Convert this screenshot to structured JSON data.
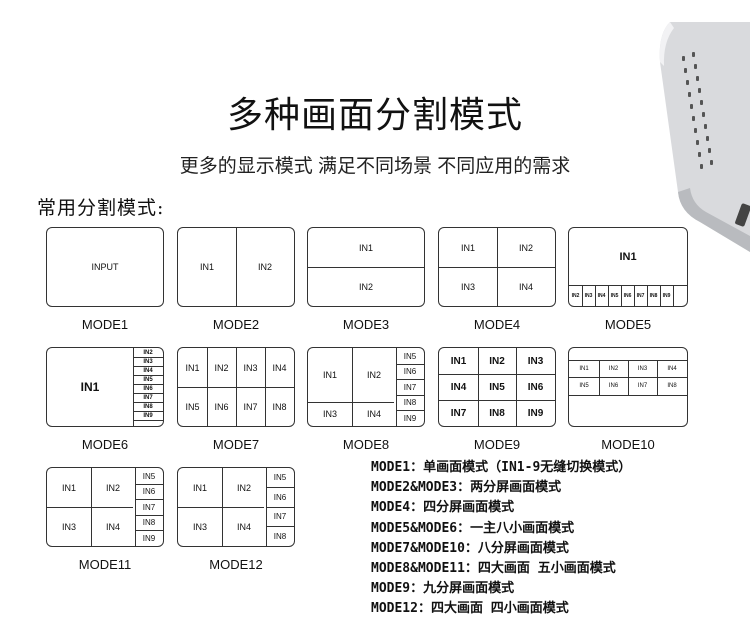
{
  "title": "多种画面分割模式",
  "subtitle": "更多的显示模式 满足不同场景 不同应用的需求",
  "section_title": "常用分割模式:",
  "modes": {
    "m1": {
      "caption": "MODE1",
      "cells": [
        "INPUT"
      ]
    },
    "m2": {
      "caption": "MODE2",
      "cells": [
        "IN1",
        "IN2"
      ]
    },
    "m3": {
      "caption": "MODE3",
      "cells": [
        "IN1",
        "IN2"
      ]
    },
    "m4": {
      "caption": "MODE4",
      "cells": [
        "IN1",
        "IN2",
        "IN3",
        "IN4"
      ]
    },
    "m5": {
      "caption": "MODE5",
      "cells": [
        "IN1",
        "IN2",
        "IN3",
        "IN4",
        "IN5",
        "IN6",
        "IN7",
        "IN8",
        "IN9"
      ]
    },
    "m6": {
      "caption": "MODE6",
      "cells": [
        "IN1",
        "IN2",
        "IN3",
        "IN4",
        "IN5",
        "IN6",
        "IN7",
        "IN8",
        "IN9"
      ]
    },
    "m7": {
      "caption": "MODE7",
      "cells": [
        "IN1",
        "IN2",
        "IN3",
        "IN4",
        "IN5",
        "IN6",
        "IN7",
        "IN8"
      ]
    },
    "m8": {
      "caption": "MODE8",
      "cells": [
        "IN1",
        "IN2",
        "IN3",
        "IN4",
        "IN5",
        "IN6",
        "IN7",
        "IN8",
        "IN9"
      ]
    },
    "m9": {
      "caption": "MODE9",
      "cells": [
        "IN1",
        "IN2",
        "IN3",
        "IN4",
        "IN5",
        "IN6",
        "IN7",
        "IN8",
        "IN9"
      ]
    },
    "m10": {
      "caption": "MODE10",
      "cells": [
        "IN1",
        "IN2",
        "IN3",
        "IN4",
        "IN5",
        "IN6",
        "IN7",
        "IN8"
      ]
    },
    "m11": {
      "caption": "MODE11",
      "cells": [
        "IN1",
        "IN2",
        "IN3",
        "IN4",
        "IN5",
        "IN6",
        "IN7",
        "IN8",
        "IN9"
      ]
    },
    "m12": {
      "caption": "MODE12",
      "cells": [
        "IN1",
        "IN2",
        "IN3",
        "IN4",
        "IN5",
        "IN6",
        "IN7",
        "IN8"
      ]
    }
  },
  "descriptions": [
    "MODE1：单画面模式（IN1-9无缝切换模式）",
    "MODE2&MODE3：两分屏画面模式",
    "MODE4：四分屏画面模式",
    "MODE5&MODE6：一主八小画面模式",
    "MODE7&MODE10：八分屏画面模式",
    "MODE8&MODE11：四大画面 五小画面模式",
    "MODE9：九分屏画面模式",
    "MODE12：四大画面 四小画面模式"
  ],
  "colors": {
    "line": "#333333",
    "background": "#ffffff",
    "device_body": "#d9dadd"
  }
}
